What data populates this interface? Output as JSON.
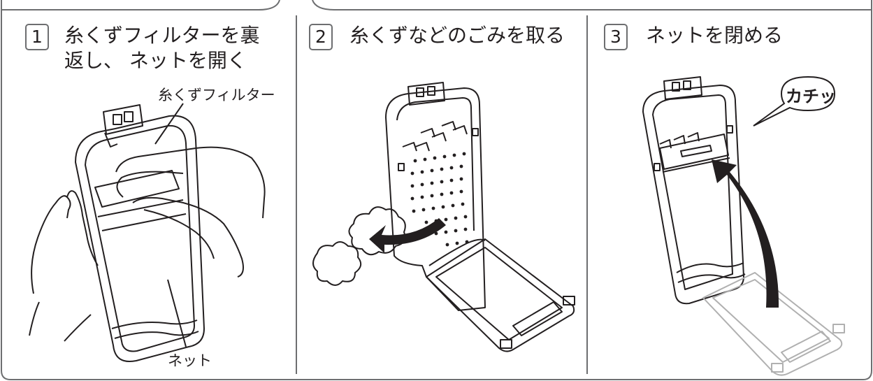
{
  "steps": [
    {
      "number": "1",
      "title_line1": "糸くずフィルターを裏",
      "title_line2": "返し、 ネットを開く"
    },
    {
      "number": "2",
      "title_line1": "糸くずなどのごみを取る"
    },
    {
      "number": "3",
      "title_line1": "ネットを閉める"
    }
  ],
  "labels": {
    "filter": "糸くずフィルター",
    "net": "ネット",
    "sound": "カチッ"
  },
  "colors": {
    "line": "#231f20",
    "frame": "#6d6e70",
    "ghost": "#b0b0b0"
  }
}
